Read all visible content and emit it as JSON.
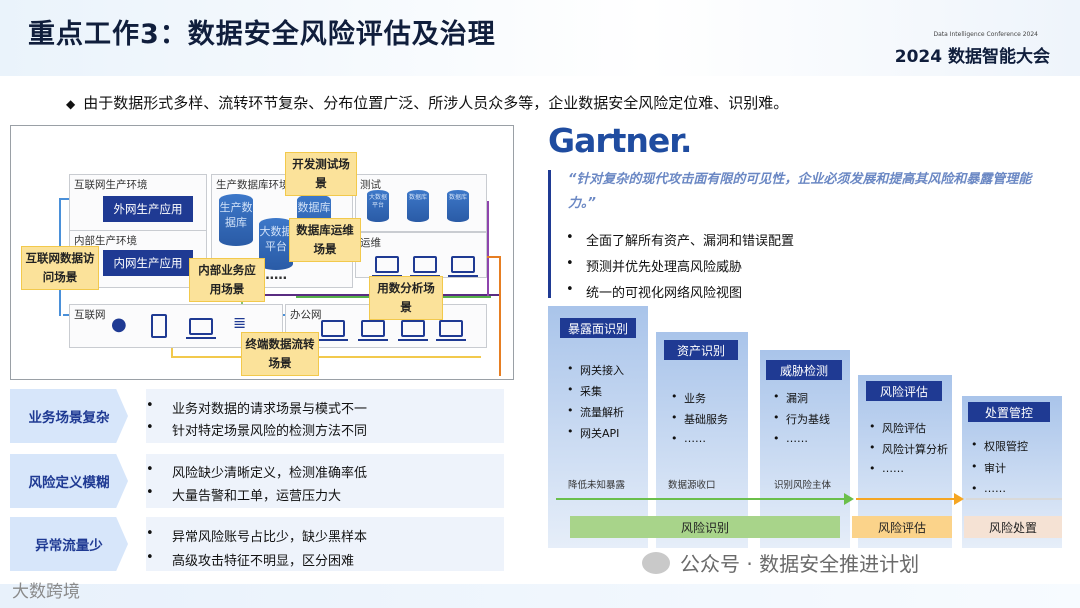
{
  "title": "重点工作3：数据安全风险评估及治理",
  "conference": {
    "small": "Data Intelligence Conference 2024",
    "big": "2024 数据智能大会"
  },
  "intro_bullet": "由于数据形式多样、流转环节复杂、分布位置广泛、所涉人员众多等，企业数据安全风险定位难、识别难。",
  "arch": {
    "zones": {
      "internet_prod": "互联网生产环境",
      "internal_prod": "内部生产环境",
      "db_prod": "生产数据库环境",
      "test": "测试",
      "ops": "运维",
      "internet": "互联网",
      "office": "办公网"
    },
    "apps": {
      "external": "外网生产应用",
      "internal": "内网生产应用"
    },
    "dbs": {
      "db1": "生产数据库",
      "db2": "数据库",
      "db3": "大数据平台",
      "test1": "大数据平台",
      "test2": "数据库",
      "test3": "数据库"
    },
    "ellipsis": "……",
    "scenes": {
      "dev_test": "开发测试场景",
      "db_ops": "数据库运维场景",
      "internet_access": "互联网数据访问场景",
      "internal_app": "内部业务应用场景",
      "analysis": "用数分析场景",
      "terminal": "终端数据流转场景"
    }
  },
  "challenges": [
    {
      "label": "业务场景复杂",
      "points": [
        "业务对数据的请求场景与模式不一",
        "针对特定场景风险的检测方法不同"
      ]
    },
    {
      "label": "风险定义模糊",
      "points": [
        "风险缺少清晰定义，检测准确率低",
        "大量告警和工单，运营压力大"
      ]
    },
    {
      "label": "异常流量少",
      "points": [
        "异常风险账号占比少，缺少黑样本",
        "高级攻击特征不明显，区分困难"
      ]
    }
  ],
  "gartner": {
    "logo": "Gartner.",
    "quote": "“针对复杂的现代攻击面有限的可见性，企业必须发展和提高其风险和暴露管理能力。”",
    "points": [
      "全面了解所有资产、漏洞和错误配置",
      "预测并优先处理高风险威胁",
      "统一的可视化网络风险视图"
    ]
  },
  "process": {
    "stages": [
      {
        "label": "暴露面识别",
        "items": [
          "网关接入",
          "采集",
          "流量解析",
          "网关API"
        ],
        "flow": "降低未知暴露"
      },
      {
        "label": "资产识别",
        "items": [
          "业务",
          "基础服务",
          "……"
        ],
        "flow": "数据源收口"
      },
      {
        "label": "威胁检测",
        "items": [
          "漏洞",
          "行为基线",
          "……"
        ],
        "flow": "识别风险主体"
      },
      {
        "label": "风险评估",
        "items": [
          "风险评估",
          "风险计算分析",
          "……"
        ],
        "flow": ""
      },
      {
        "label": "处置管控",
        "items": [
          "权限管控",
          "审计",
          "……"
        ],
        "flow": ""
      }
    ],
    "phases": [
      "风险识别",
      "风险评估",
      "风险处置"
    ]
  },
  "footer": {
    "watermark": "公众号 · 数据安全推进计划",
    "logo": "大数跨境"
  }
}
